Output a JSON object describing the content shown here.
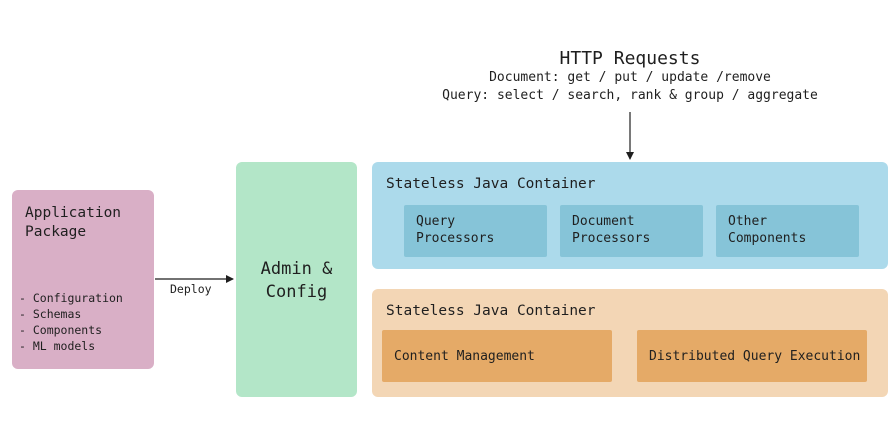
{
  "http": {
    "title": "HTTP Requests",
    "lines": [
      "Document: get / put / update /remove",
      "Query: select / search, rank & group / aggregate"
    ]
  },
  "application_package": {
    "title_lines": [
      "Application",
      "Package"
    ],
    "items": [
      "- Configuration",
      "- Schemas",
      "- Components",
      "- ML models"
    ]
  },
  "deploy_label": "Deploy",
  "admin": {
    "title_lines": [
      "Admin &",
      "Config"
    ]
  },
  "containers": [
    {
      "title": "Stateless Java Container",
      "components": [
        {
          "lines": [
            "Query",
            "Processors"
          ]
        },
        {
          "lines": [
            "Document",
            "Processors"
          ]
        },
        {
          "lines": [
            "Other",
            "Components"
          ]
        }
      ]
    },
    {
      "title": "Stateless Java Container",
      "components": [
        {
          "lines": [
            "Content Management"
          ]
        },
        {
          "lines": [
            "Distributed Query Execution"
          ]
        }
      ]
    }
  ],
  "colors": {
    "app_package": "#d9afc6",
    "admin": "#b3e6c8",
    "container_top": "#acdaeb",
    "processor": "#86c4d8",
    "container_bottom": "#f3d6b5",
    "management": "#e5aa67"
  }
}
